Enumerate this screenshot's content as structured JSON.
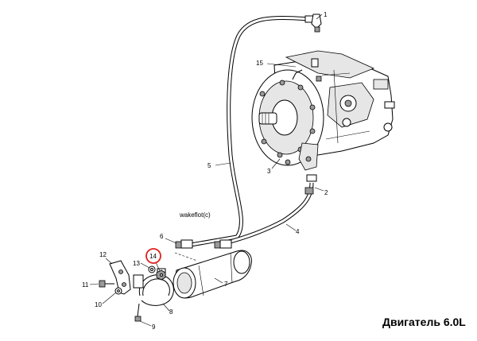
{
  "title": "Двигатель 6.0L",
  "watermark": "wakeflot(c)",
  "highlight_color": "#e02020",
  "callouts": {
    "c1": "1",
    "c2": "2",
    "c3": "3",
    "c4": "4",
    "c5": "5",
    "c6": "6",
    "c7": "7",
    "c8": "8",
    "c9": "9",
    "c10": "10",
    "c11": "11",
    "c12": "12",
    "c13": "13",
    "c14": "14",
    "c15": "15"
  }
}
